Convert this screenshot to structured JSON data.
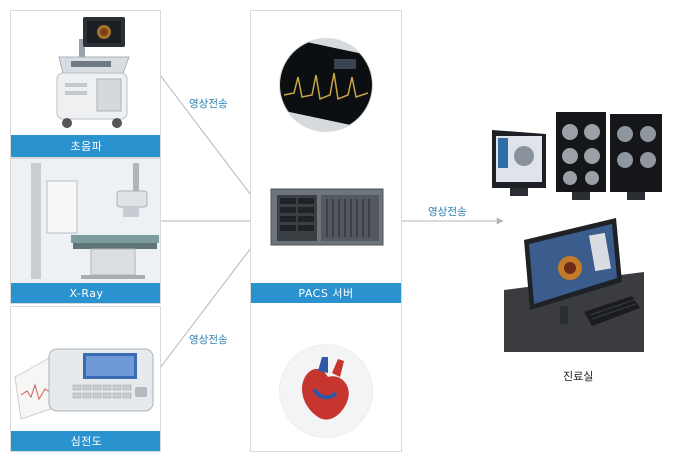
{
  "sources": [
    {
      "id": "ultrasound",
      "label": "초음파"
    },
    {
      "id": "xray",
      "label": "X-Ray"
    },
    {
      "id": "ecg",
      "label": "심전도"
    }
  ],
  "server": {
    "label": "PACS 서버"
  },
  "arrows": {
    "top": "영상전송",
    "bottom": "영상전송",
    "right": "영상전송"
  },
  "destination": {
    "label": "진료실"
  },
  "colors": {
    "accent": "#2a93cf",
    "arrow": "#b5b5b5",
    "arrow_label": "#2a7fb3"
  }
}
